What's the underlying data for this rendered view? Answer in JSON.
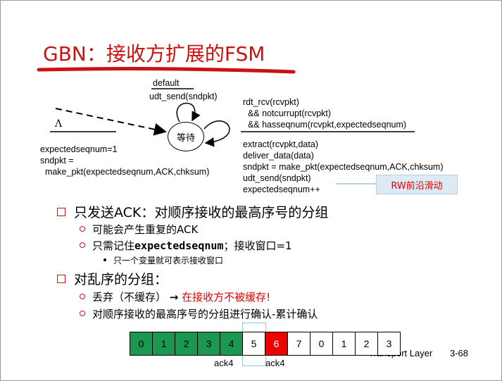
{
  "slide": {
    "title": "GBN：接收方扩展的FSM",
    "page_label": "Transport Layer",
    "page_number": "3-68"
  },
  "fsm": {
    "state_label": "等待",
    "top_event": "default",
    "top_action": "udt_send(sndpkt)",
    "init_symbol": "Λ",
    "init_actions": [
      "expectedseqnum=1",
      "sndpkt =",
      "  make_pkt(expectedseqnum,ACK,chksum)"
    ],
    "right_event": [
      "rdt_rcv(rcvpkt)",
      "  && notcurrupt(rcvpkt)",
      "  && hasseqnum(rcvpkt,expectedseqnum)"
    ],
    "right_actions": [
      "extract(rcvpkt,data)",
      "deliver_data(data)",
      "sndpkt = make_pkt(expectedseqnum,ACK,chksum)",
      "udt_send(sndpkt)",
      "expectedseqnum++"
    ],
    "note": "RW前沿滑动"
  },
  "bullets": {
    "b1": "只发送ACK：对顺序接收的最高序号的分组",
    "b1_sub1": "可能会产生重复的ACK",
    "b1_sub2_pre": "只需记住",
    "b1_sub2_code": "expectedseqnum",
    "b1_sub2_post": "；接收窗口=1",
    "b1_sub2_sub": "只一个变量就可表示接收窗口",
    "b2": "对乱序的分组：",
    "b2_sub1_pre": "丢弃（不缓存）",
    "b2_sub1_arrow": "→",
    "b2_sub1_red": "在接收方不被缓存!",
    "b2_sub2": "对顺序接收的最高序号的分组进行确认-累计确认"
  },
  "sequence": {
    "cells": [
      {
        "n": "0",
        "state": "acked"
      },
      {
        "n": "1",
        "state": "acked"
      },
      {
        "n": "2",
        "state": "acked"
      },
      {
        "n": "3",
        "state": "acked"
      },
      {
        "n": "4",
        "state": "acked"
      },
      {
        "n": "5",
        "state": "expected"
      },
      {
        "n": "6",
        "state": "discarded"
      },
      {
        "n": "7",
        "state": "none"
      },
      {
        "n": "0",
        "state": "none"
      },
      {
        "n": "1",
        "state": "none"
      },
      {
        "n": "2",
        "state": "none"
      },
      {
        "n": "3",
        "state": "none"
      }
    ],
    "ack_labels": [
      "ack4",
      "ack4"
    ]
  },
  "colors": {
    "title": "#cc1111",
    "acked": "#1a9850",
    "discarded": "#ee0000",
    "note_bg": "#dceaf3",
    "highlight": "#8fc7d8"
  }
}
